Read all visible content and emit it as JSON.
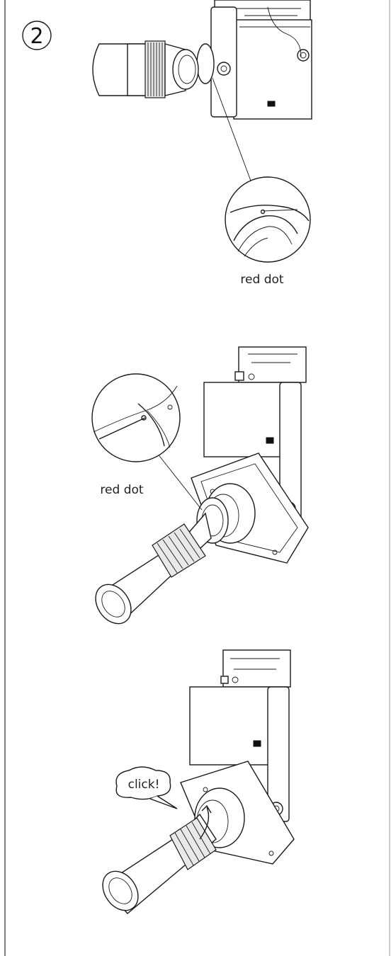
{
  "step_number": "2",
  "labels": {
    "panel1_callout": "red dot",
    "panel2_callout": "red dot",
    "panel3_bubble": "click!"
  },
  "colors": {
    "line": "#1a1a1a",
    "background": "#ffffff",
    "border": "#555555"
  },
  "icons": [
    "circled-number-icon",
    "speech-bubble-icon",
    "rotation-arrow-icon"
  ]
}
